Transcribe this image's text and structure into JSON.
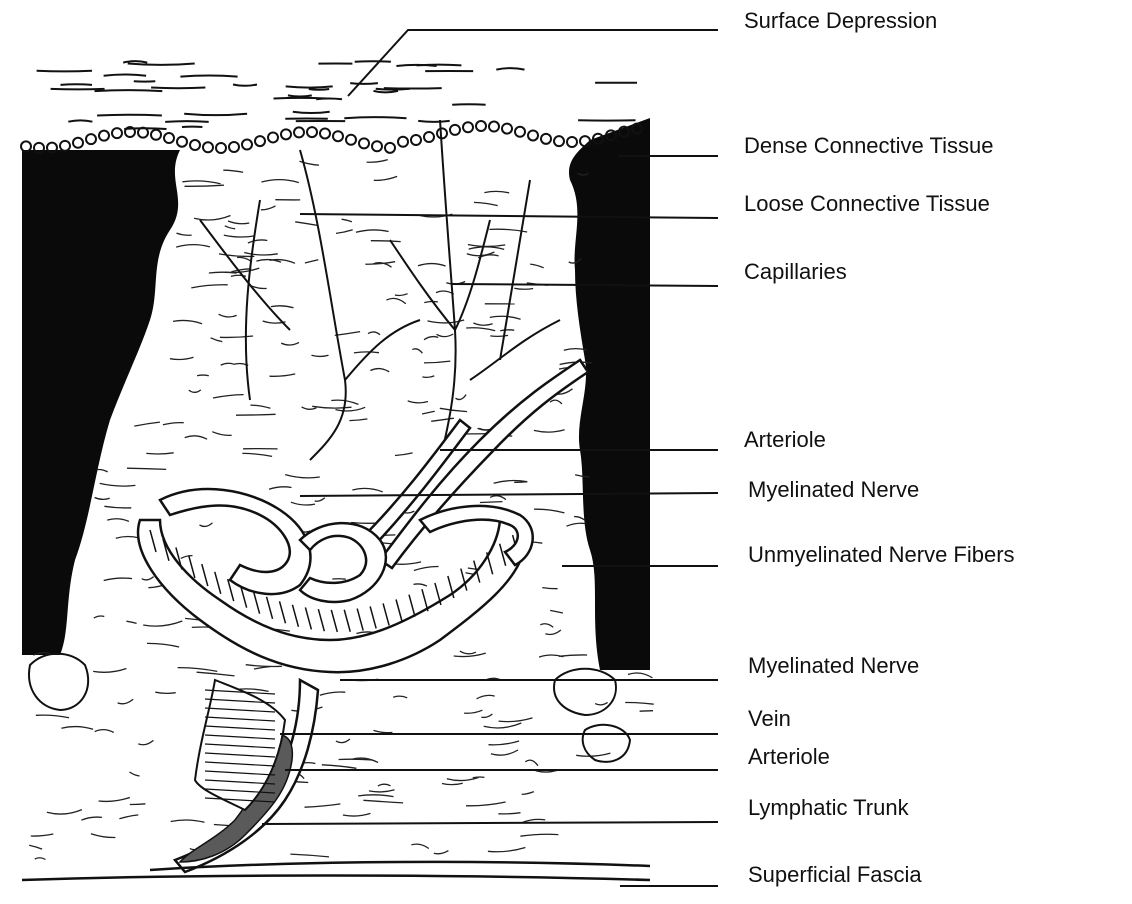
{
  "colors": {
    "ink": "#111111",
    "black_tissue": "#0a0a0a",
    "vessel_gray": "#5a5a5a",
    "paper": "#ffffff"
  },
  "labels": [
    {
      "id": "surface-depression",
      "text": "Surface Depression"
    },
    {
      "id": "dense-connective-tissue",
      "text": "Dense Connective Tissue"
    },
    {
      "id": "loose-connective-tissue",
      "text": "Loose Connective Tissue"
    },
    {
      "id": "capillaries",
      "text": "Capillaries"
    },
    {
      "id": "arteriole-upper",
      "text": "Arteriole"
    },
    {
      "id": "myelinated-nerve-upper",
      "text": "Myelinated Nerve"
    },
    {
      "id": "unmyelinated-nerve-fibers",
      "text": "Unmyelinated Nerve Fibers"
    },
    {
      "id": "myelinated-nerve-lower",
      "text": "Myelinated Nerve"
    },
    {
      "id": "vein",
      "text": "Vein"
    },
    {
      "id": "arteriole-lower",
      "text": "Arteriole"
    },
    {
      "id": "lymphatic-trunk",
      "text": "Lymphatic Trunk"
    },
    {
      "id": "superficial-fascia",
      "text": "Superficial Fascia"
    }
  ]
}
